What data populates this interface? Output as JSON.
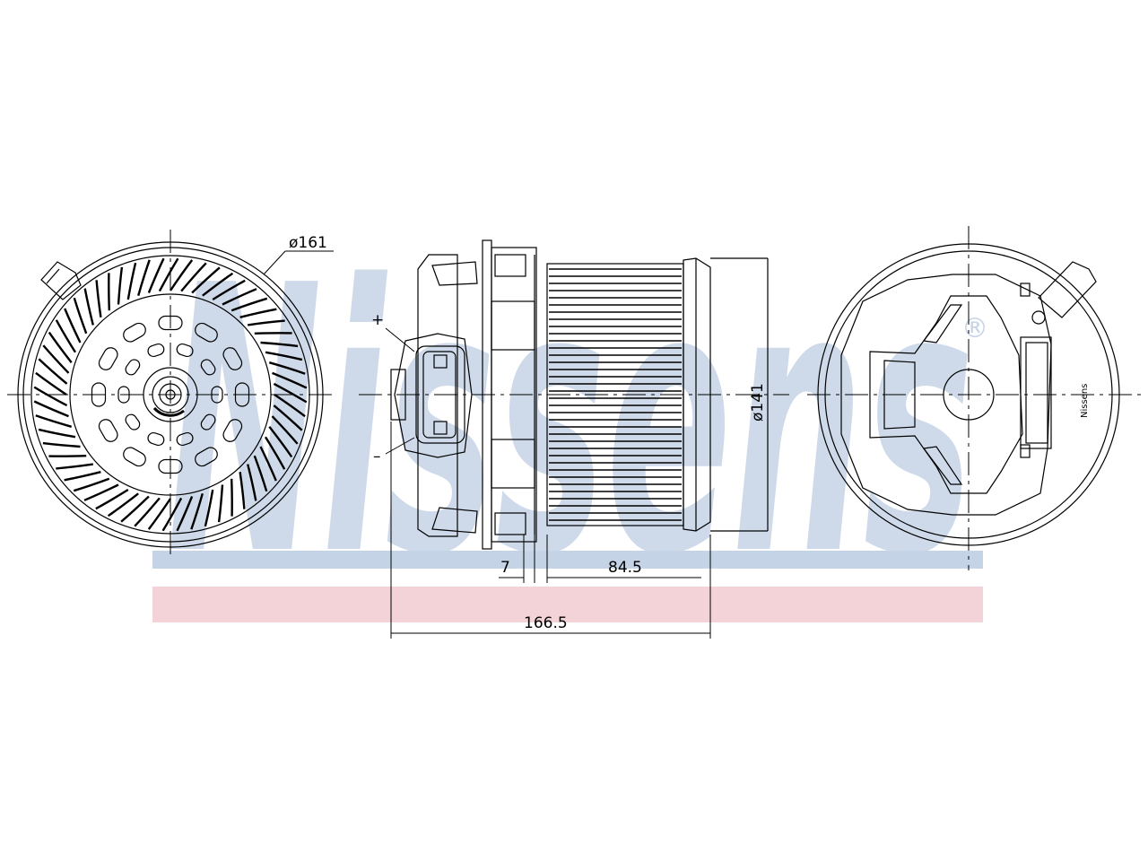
{
  "watermark": {
    "brand": "Nissens",
    "registered_mark": "®",
    "primary_color": "#c5d3e6",
    "band_color": "#f3d3d8"
  },
  "dimensions": {
    "fan_diameter": "ø161",
    "motor_diameter": "ø141",
    "flange_thickness": "7",
    "drum_length": "84.5",
    "overall_length": "166.5"
  },
  "terminals": {
    "positive": "+",
    "negative": "–"
  },
  "rear_label": "Nissens",
  "line_color": "#000000"
}
